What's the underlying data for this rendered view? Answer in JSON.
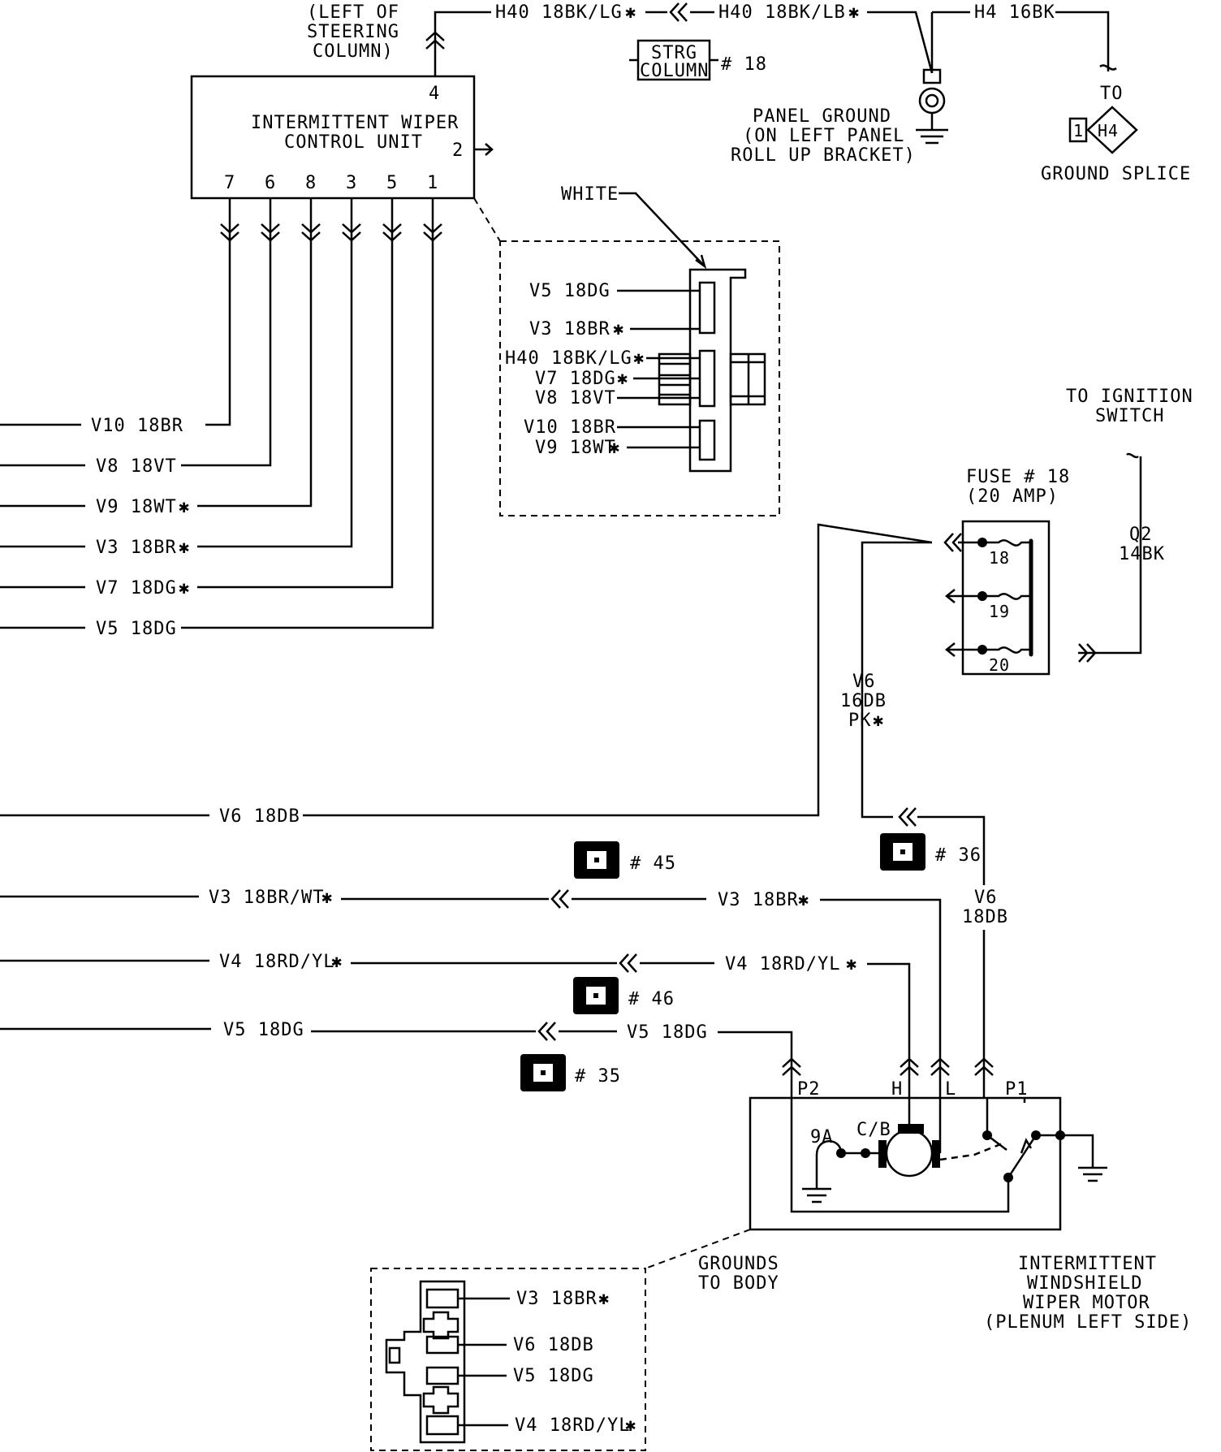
{
  "labels": {
    "left_of_steering": [
      "(LEFT OF",
      "STEERING",
      "COLUMN)"
    ],
    "icu_title": [
      "INTERMITTENT WIPER",
      "CONTROL UNIT"
    ],
    "icu_pin4": "4",
    "icu_pin2": "2",
    "icu_pins": [
      "7",
      "6",
      "8",
      "3",
      "5",
      "1"
    ],
    "h40_left": "H40 18BK/LG",
    "h40_right": "H40 18BK/LB",
    "h4": "H4 16BK",
    "strg_col": [
      "STRG",
      "COLUMN"
    ],
    "strg_ref": "# 18",
    "panel_ground": [
      "PANEL GROUND",
      "(ON LEFT PANEL",
      "ROLL UP BRACKET)"
    ],
    "to": "TO",
    "splice_num": "1",
    "splice_id": "H4",
    "ground_splice": "GROUND SPLICE",
    "white": "WHITE",
    "conn1_wires": [
      "V5 18DG",
      "V3 18BR",
      "H40 18BK/LG",
      "V7 18DG",
      "V8 18VT",
      "V10 18BR",
      "V9 18WT"
    ],
    "left_wires": [
      "V10 18BR",
      "V8 18VT",
      "V9 18WT",
      "V3 18BR",
      "V7 18DG",
      "V5 18DG"
    ],
    "to_ignition": [
      "TO IGNITION",
      "SWITCH"
    ],
    "fuse_title": [
      "FUSE # 18",
      "(20 AMP)"
    ],
    "fuse_pins": [
      "18",
      "19",
      "20"
    ],
    "q2": [
      "Q2",
      "14BK"
    ],
    "v6_pk": [
      "V6",
      "16DB",
      "PK"
    ],
    "v6_18db": "V6 18DB",
    "ref45": "# 45",
    "ref36": "# 36",
    "ref46": "# 46",
    "ref35": "# 35",
    "v3_bw": "V3 18BR/WT",
    "v3_br": "V3 18BR",
    "v4_left": "V4 18RD/YL",
    "v4_right": "V4 18RD/YL",
    "v5_left": "V5 18DG",
    "v5_right": "V5 18DG",
    "v6_vert": [
      "V6",
      "18DB"
    ],
    "motor_pins": [
      "P2",
      "H",
      "L",
      "P1"
    ],
    "motor_inner": [
      "9A",
      "C/B"
    ],
    "grounds_to_body": [
      "GROUNDS",
      "TO BODY"
    ],
    "motor_title": [
      "INTERMITTENT",
      "WINDSHIELD",
      "WIPER MOTOR",
      "(PLENUM LEFT SIDE)"
    ],
    "conn2_wires": [
      "V3 18BR",
      "V6 18DB",
      "V5 18DG",
      "V4 18RD/YL"
    ],
    "star": "✱"
  }
}
